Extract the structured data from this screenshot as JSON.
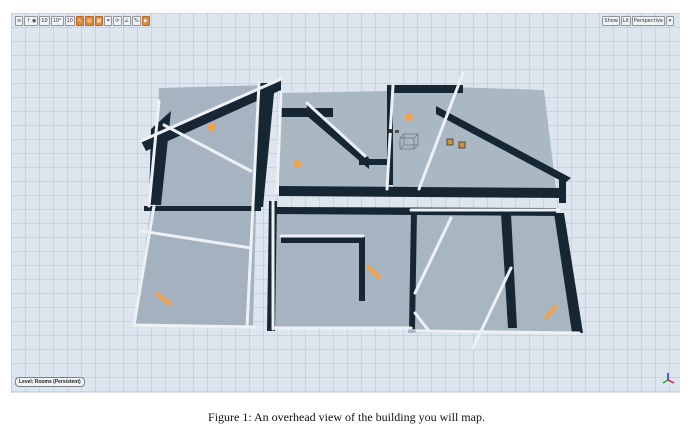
{
  "toolbar_left": [
    {
      "name": "viewport-menu-button",
      "glyph": "≡",
      "active": false
    },
    {
      "name": "transform-buttons",
      "glyph": "↑ ◉",
      "active": false
    },
    {
      "name": "snap-value",
      "glyph": "10",
      "active": false
    },
    {
      "name": "rotate-snap",
      "glyph": "10°",
      "active": false
    },
    {
      "name": "angle-value",
      "glyph": "10",
      "active": false
    },
    {
      "name": "scale-snap-button",
      "glyph": "↖",
      "active": true
    },
    {
      "name": "scale-snap-toggle",
      "glyph": "◎",
      "active": true
    },
    {
      "name": "camera-speed-button",
      "glyph": "▦",
      "active": true
    },
    {
      "name": "grid-snap-button",
      "glyph": "⌗",
      "active": false
    },
    {
      "name": "surface-snap-button",
      "glyph": "⟳",
      "active": false
    },
    {
      "name": "angle-snap-button",
      "glyph": "∠",
      "active": false
    },
    {
      "name": "scale-snap-value",
      "glyph": "%",
      "active": false
    },
    {
      "name": "camera-button",
      "glyph": "▶",
      "active": true
    }
  ],
  "toolbar_right": {
    "perspective_label": "Perspective",
    "lit_label": "Lit",
    "show_label": "Show"
  },
  "level_label": "Level: Rooms (Persistent)",
  "caption": "Figure 1: An overhead view of the building you will map.",
  "colors": {
    "viewport_bg": "#dde6ee",
    "floor": "#a7b5c1",
    "wall_top": "#eef1f3",
    "wall_face": "#152631",
    "marker": "#f0a24a"
  }
}
